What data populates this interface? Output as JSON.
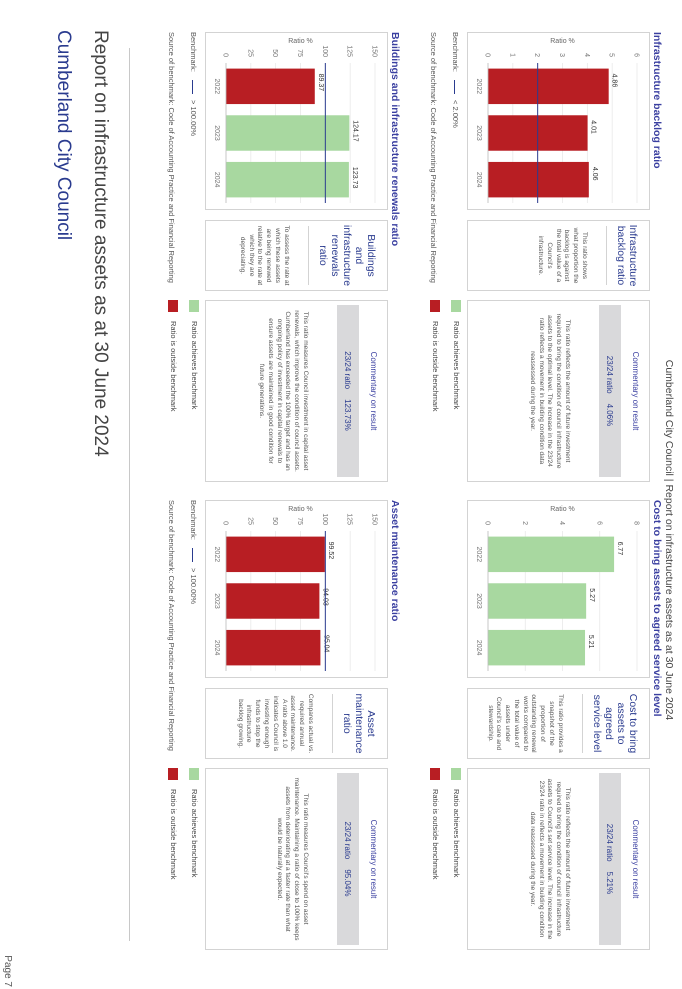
{
  "header": {
    "running": "Cumberland City Council | Report on infrastructure assets as at 30 June 2024",
    "page": "Page 7"
  },
  "titles": {
    "org": "Cumberland City Council",
    "report": "Report on infrastructure assets as at 30 June 2024"
  },
  "colors": {
    "achieves": "#a8d8a0",
    "outside": "#b81e23",
    "accent": "#2a3b8f"
  },
  "legend": {
    "achieves": "Ratio achieves benchmark",
    "outside": "Ratio is outside benchmark"
  },
  "source": "Source of benchmark: Code of Accounting Practice and Financial Reporting",
  "benchmark_label": "Benchmark:",
  "commentary_heading": "Commentary on result",
  "result_year": "23/24 ratio",
  "panels": [
    {
      "title": "Buildings and infrastructure renewals ratio",
      "benchmark": "> 100.00%",
      "ratio_name": "Buildings and infrastructure renewals ratio",
      "ratio_desc": "To assess the rate at which these assets are being renewed relative to the rate at which they are depreciating.",
      "result_value": "123.73%",
      "commentary": "This ratio measures Council investment in capital asset renewals, which improve the condition of council assets. Cumberland has exceeded the 100% target and has an ongoing policy of investment in capital renewals to ensure assets are maintained in good condition for future generations."
    },
    {
      "title": "Asset maintenance ratio",
      "benchmark": "> 100.00%",
      "ratio_name": "Asset maintenance ratio",
      "ratio_desc": "Compares actual vs. required annual asset maintenance. A ratio above 1.0 indicates Council is investing enough funds to stop the infrastructure backlog growing.",
      "result_value": "95.04%",
      "commentary": "This ratio measures Council's spend on asset maintenance. Maintaining a ratio of close to 100% keeps assets from deteriorating at a faster rate than what would be naturally expected."
    },
    {
      "title": "Infrastructure backlog ratio",
      "benchmark": "< 2.00%",
      "ratio_name": "Infrastructure backlog ratio",
      "ratio_desc": "This ratio shows what proportion the backlog is against the total value of a Council's infrastructure.",
      "result_value": "4.06%",
      "commentary": "This ratio reflects the amount of future investment required to bring the condition of council infrastructure assets to the optimal level. The increase in the 23/24 ratio reflects a movement in building condition data reassessed during the year."
    },
    {
      "title": "Cost to bring assets to agreed service level",
      "benchmark": "",
      "ratio_name": "Cost to bring assets to agreed service level",
      "ratio_desc": "This ratio provides a snapshot of the proportion of outstanding renewal works compared to the total value of assets under Council's care and stewardship.",
      "result_value": "5.21%",
      "commentary": "This ratio reflects the amount of future investment required to bring the condition of council infrastructure assets to Council's set service level. The increase in the 23/24 ratio in reflects a movement in building condition data reassessed during the year."
    }
  ],
  "chart_data": [
    {
      "type": "bar",
      "title": "Buildings and infrastructure renewals ratio",
      "ylabel": "Ratio %",
      "categories": [
        "2022",
        "2023",
        "2024"
      ],
      "values": [
        89.37,
        124.17,
        123.73
      ],
      "value_labels": [
        "89.37",
        "124.17",
        "123.73"
      ],
      "status": [
        "outside",
        "achieves",
        "achieves"
      ],
      "ylim": [
        0,
        150
      ],
      "ticks": [
        0,
        25,
        50,
        75,
        100,
        125,
        150
      ],
      "benchmark": 100
    },
    {
      "type": "bar",
      "title": "Asset maintenance ratio",
      "ylabel": "Ratio %",
      "categories": [
        "2022",
        "2023",
        "2024"
      ],
      "values": [
        99.52,
        94.03,
        95.04
      ],
      "value_labels": [
        "99.52",
        "94.03",
        "95.04"
      ],
      "status": [
        "outside",
        "outside",
        "outside"
      ],
      "ylim": [
        0,
        150
      ],
      "ticks": [
        0,
        25,
        50,
        75,
        100,
        125,
        150
      ],
      "benchmark": 100
    },
    {
      "type": "bar",
      "title": "Infrastructure backlog ratio",
      "ylabel": "Ratio %",
      "categories": [
        "2022",
        "2023",
        "2024"
      ],
      "values": [
        4.86,
        4.01,
        4.06
      ],
      "value_labels": [
        "4.86",
        "4.01",
        "4.06"
      ],
      "status": [
        "outside",
        "outside",
        "outside"
      ],
      "ylim": [
        0,
        6
      ],
      "ticks": [
        0,
        1,
        2,
        3,
        4,
        5,
        6
      ],
      "benchmark": 2
    },
    {
      "type": "bar",
      "title": "Cost to bring assets to agreed service level",
      "ylabel": "Ratio %",
      "categories": [
        "2022",
        "2023",
        "2024"
      ],
      "values": [
        6.77,
        5.27,
        5.21
      ],
      "value_labels": [
        "6.77",
        "5.27",
        "5.21"
      ],
      "status": [
        "achieves",
        "achieves",
        "achieves"
      ],
      "ylim": [
        0,
        8
      ],
      "ticks": [
        0,
        2,
        4,
        6,
        8
      ],
      "benchmark": null
    }
  ]
}
